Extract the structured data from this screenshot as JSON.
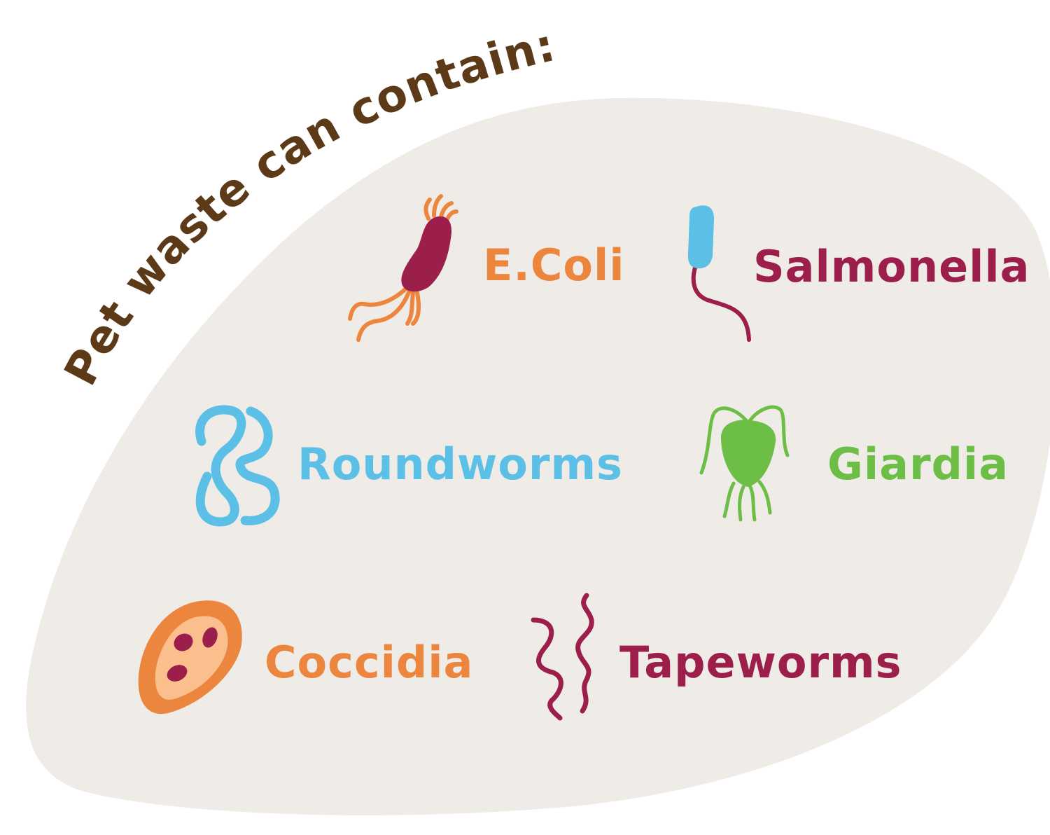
{
  "title": "Pet waste can contain:",
  "colors": {
    "title": "#5c3a17",
    "blob": "#efebe6",
    "orange": "#ec863e",
    "maroon": "#9b1e4b",
    "blue": "#5bbfe6",
    "green": "#6dbe46",
    "peach": "#fbbf8e"
  },
  "items": [
    {
      "name": "E.Coli",
      "color": "#ec863e"
    },
    {
      "name": "Salmonella",
      "color": "#9b1e4b"
    },
    {
      "name": "Roundworms",
      "color": "#5bbfe6"
    },
    {
      "name": "Giardia",
      "color": "#6dbe46"
    },
    {
      "name": "Coccidia",
      "color": "#ec863e"
    },
    {
      "name": "Tapeworms",
      "color": "#9b1e4b"
    }
  ]
}
